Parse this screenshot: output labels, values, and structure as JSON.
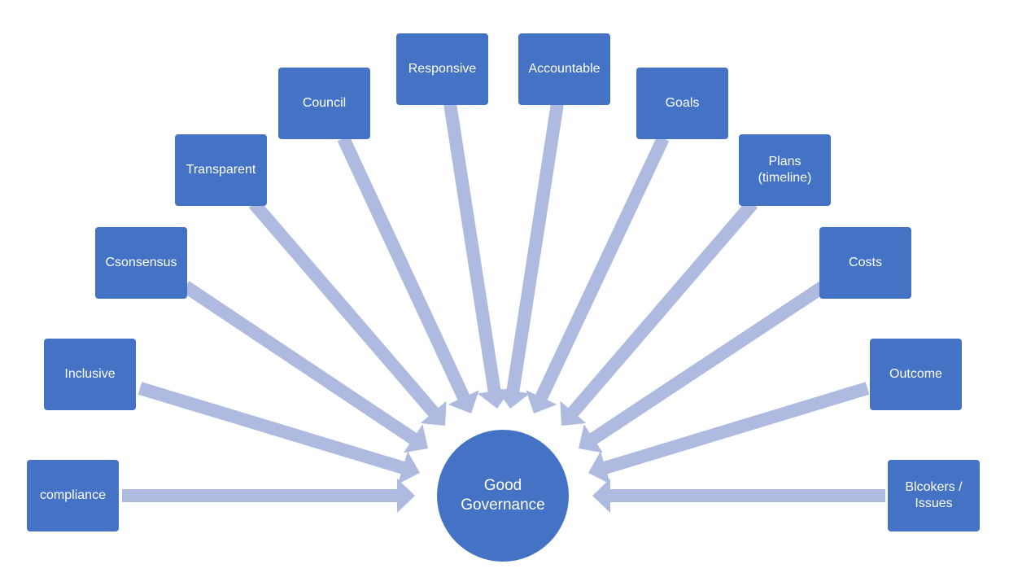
{
  "diagram": {
    "center": {
      "label": "Good\nGovernance"
    },
    "nodes": [
      {
        "id": "compliance",
        "label": "compliance"
      },
      {
        "id": "inclusive",
        "label": "Inclusive"
      },
      {
        "id": "csonsensus",
        "label": "Csonsensus"
      },
      {
        "id": "transparent",
        "label": "Transparent"
      },
      {
        "id": "council",
        "label": "Council"
      },
      {
        "id": "responsive",
        "label": "Responsive"
      },
      {
        "id": "accountable",
        "label": "Accountable"
      },
      {
        "id": "goals",
        "label": "Goals"
      },
      {
        "id": "plans",
        "label": "Plans\n(timeline)"
      },
      {
        "id": "costs",
        "label": "Costs"
      },
      {
        "id": "outcome",
        "label": "Outcome"
      },
      {
        "id": "blockers",
        "label": "Blcokers  /\nIssues"
      }
    ],
    "colors": {
      "node": "#4472c4",
      "arrow": "#aebadf",
      "text": "#ffffff"
    }
  }
}
